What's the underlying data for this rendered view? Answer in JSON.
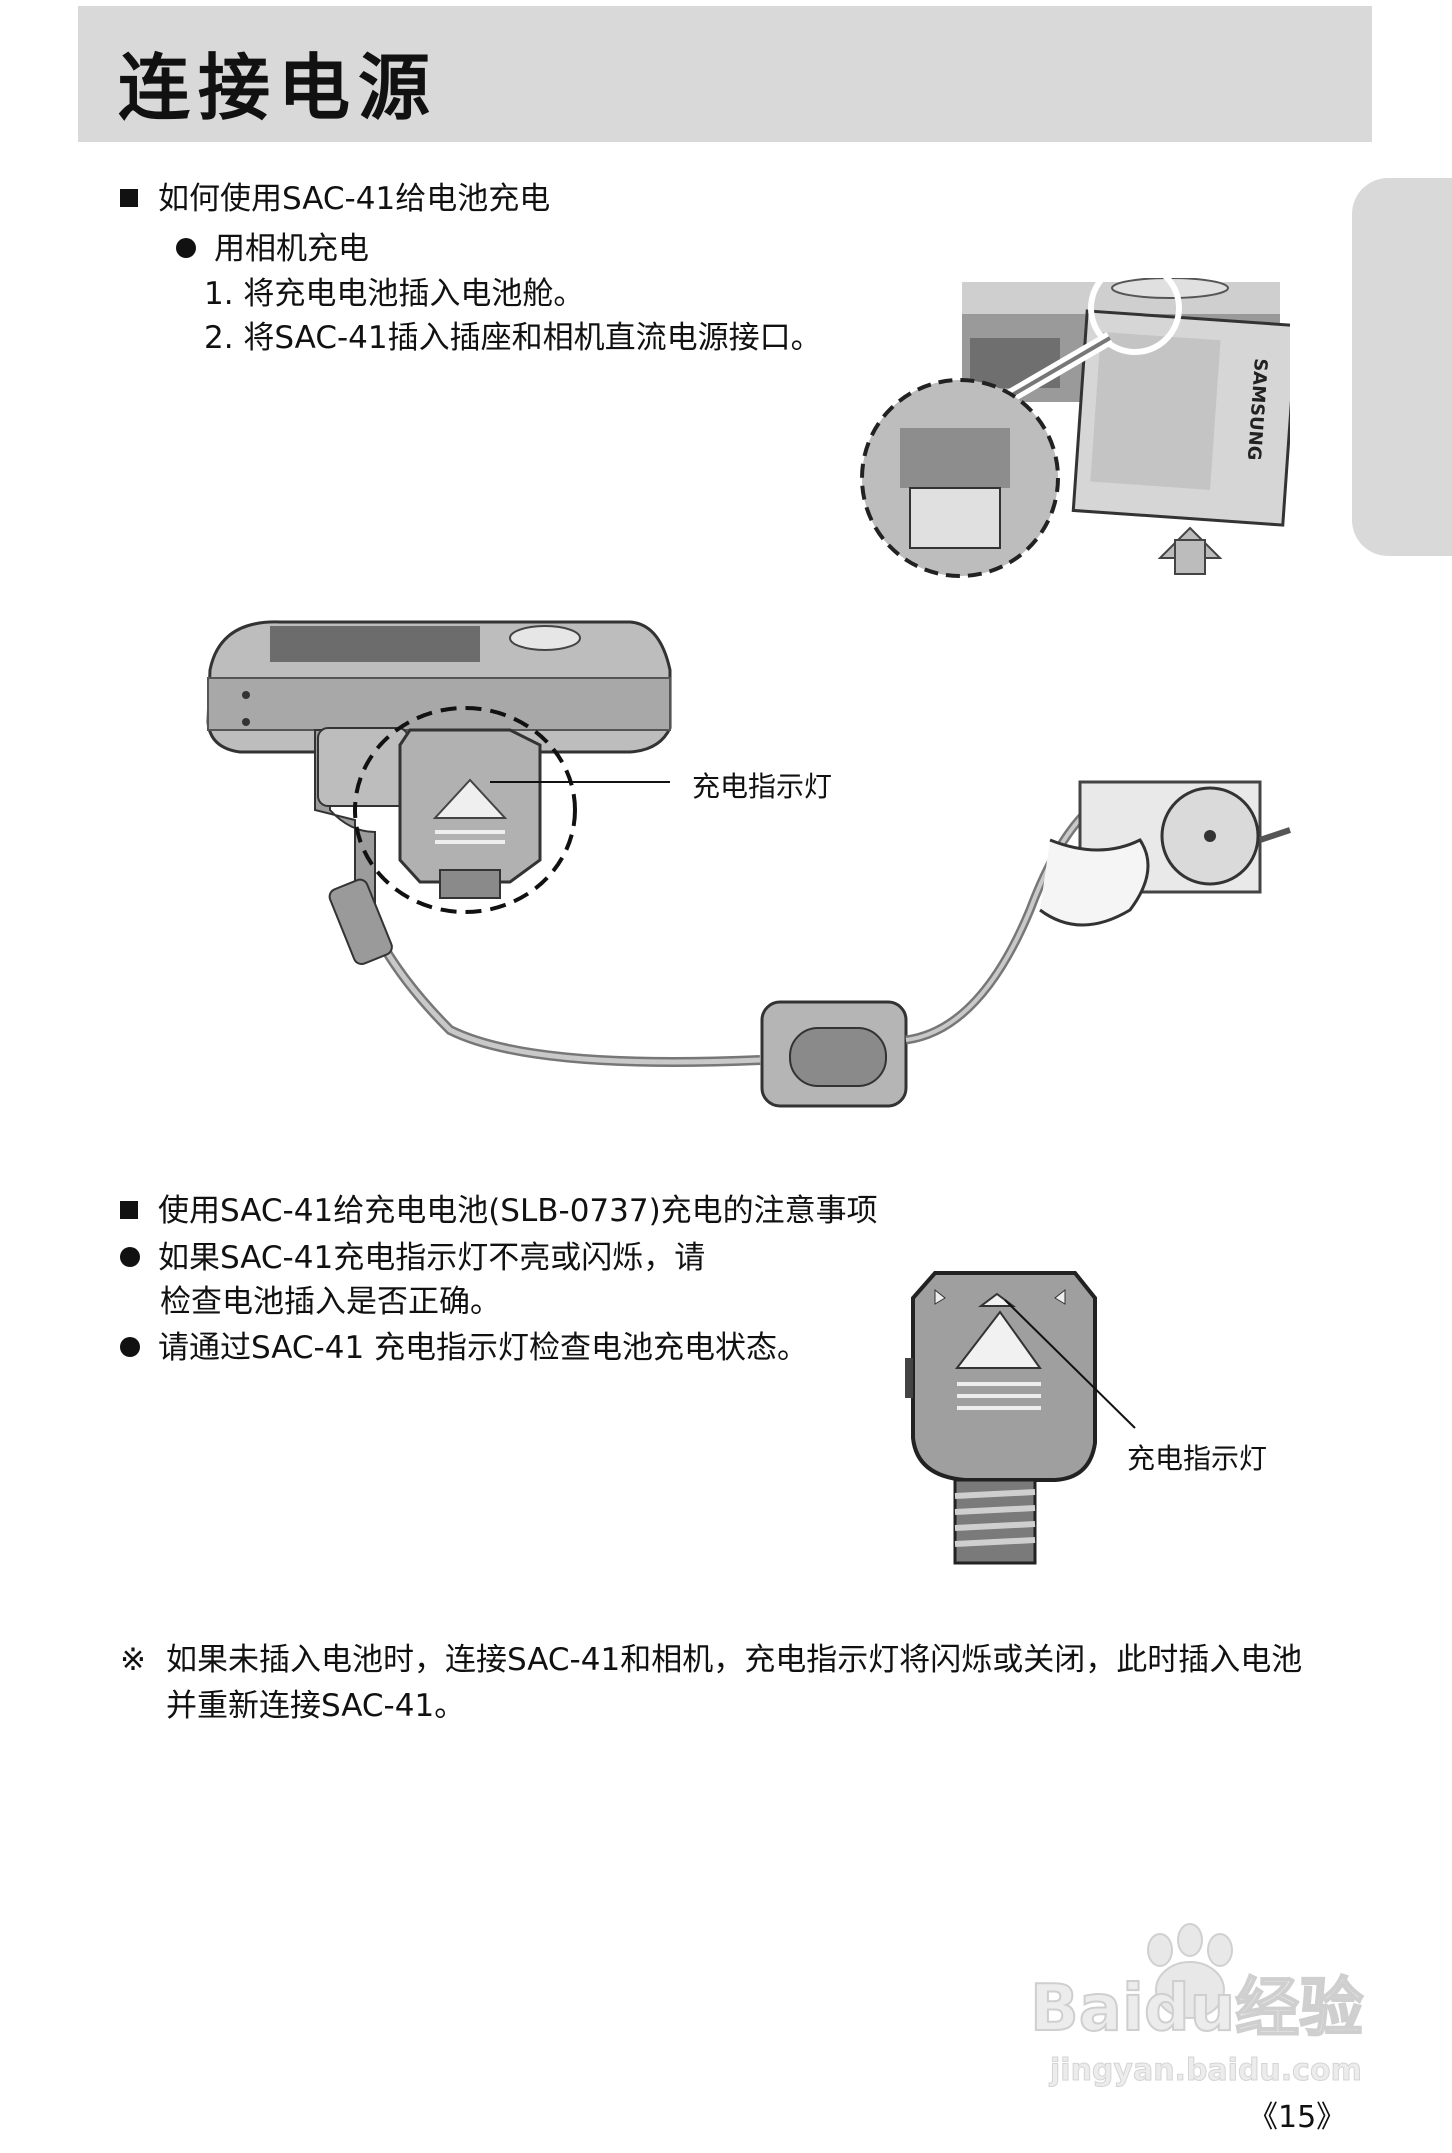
{
  "header": {
    "title": "连接电源"
  },
  "section1": {
    "heading": "如何使用SAC-41给电池充电",
    "subheading": "用相机充电",
    "steps": [
      "1. 将充电电池插入电池舱。",
      "2. 将SAC-41插入插座和相机直流电源接口。"
    ]
  },
  "diagram": {
    "indicator_label": "充电指示灯"
  },
  "section2": {
    "heading": "使用SAC-41给充电电池(SLB-0737)充电的注意事项",
    "bullet1_line1": "如果SAC-41充电指示灯不亮或闪烁，请",
    "bullet1_line2": "检查电池插入是否正确。",
    "bullet2": "请通过SAC-41 充电指示灯检查电池充电状态。",
    "indicator_label": "充电指示灯"
  },
  "note": {
    "symbol": "※",
    "line1": "如果未插入电池时，连接SAC-41和相机，充电指示灯将闪烁或关闭，此时插入电池",
    "line2": "并重新连接SAC-41。"
  },
  "battery_brand": "SAMSUNG",
  "watermark": {
    "brand": "Baidu经验",
    "url": "jingyan.baidu.com"
  },
  "page_number": "《15》"
}
